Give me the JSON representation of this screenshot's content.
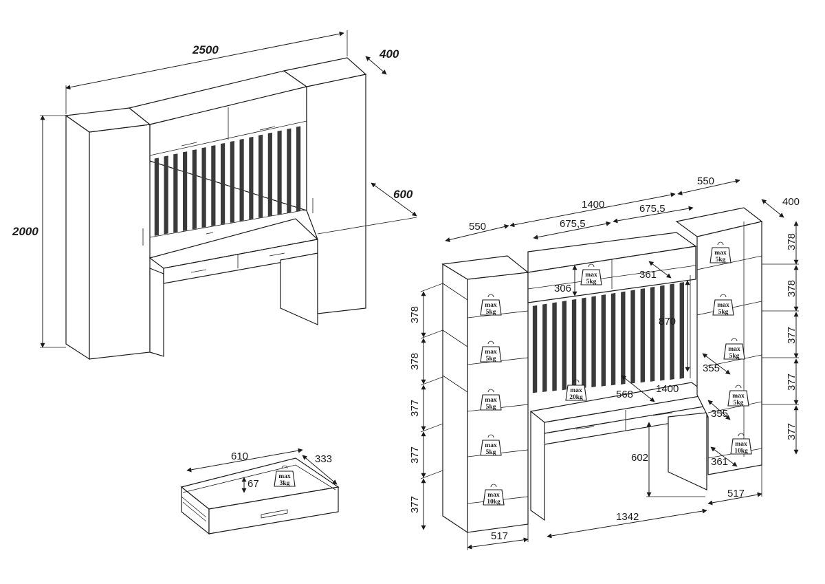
{
  "overall": {
    "width": "2500",
    "height": "2000",
    "top_depth": "400",
    "desk_depth": "600"
  },
  "drawer": {
    "width": "610",
    "depth": "333",
    "height": "67",
    "load": {
      "max": "max",
      "value": "3kg"
    }
  },
  "detail": {
    "left_cabinet_width": "550",
    "center_width": "1400",
    "center_left_bay": "675,5",
    "center_right_bay": "675,5",
    "right_cabinet_width": "550",
    "right_cabinet_depth": "400",
    "center_shelf_height": "306",
    "center_shelf_depth": "361",
    "back_panel_height": "870",
    "desk_width": "1400",
    "desk_depth": "568",
    "desk_leg_height": "602",
    "desk_inner_width": "1342",
    "left_base_width": "517",
    "right_base_width": "517",
    "left_heights": [
      "378",
      "378",
      "377",
      "377",
      "377"
    ],
    "right_heights": [
      "378",
      "378",
      "377",
      "377",
      "377"
    ],
    "right_shelf_depths": [
      "355",
      "355",
      "361"
    ],
    "loads": {
      "left": [
        "5kg",
        "5kg",
        "5kg",
        "5kg",
        "10kg"
      ],
      "right": [
        "5kg",
        "5kg",
        "5kg",
        "5kg",
        "10kg"
      ],
      "center_top": "5kg",
      "desk": "20kg",
      "max_label": "max"
    }
  },
  "colors": {
    "line": "#1a1a1a",
    "slat": "#3a3a3a",
    "background": "#ffffff"
  }
}
